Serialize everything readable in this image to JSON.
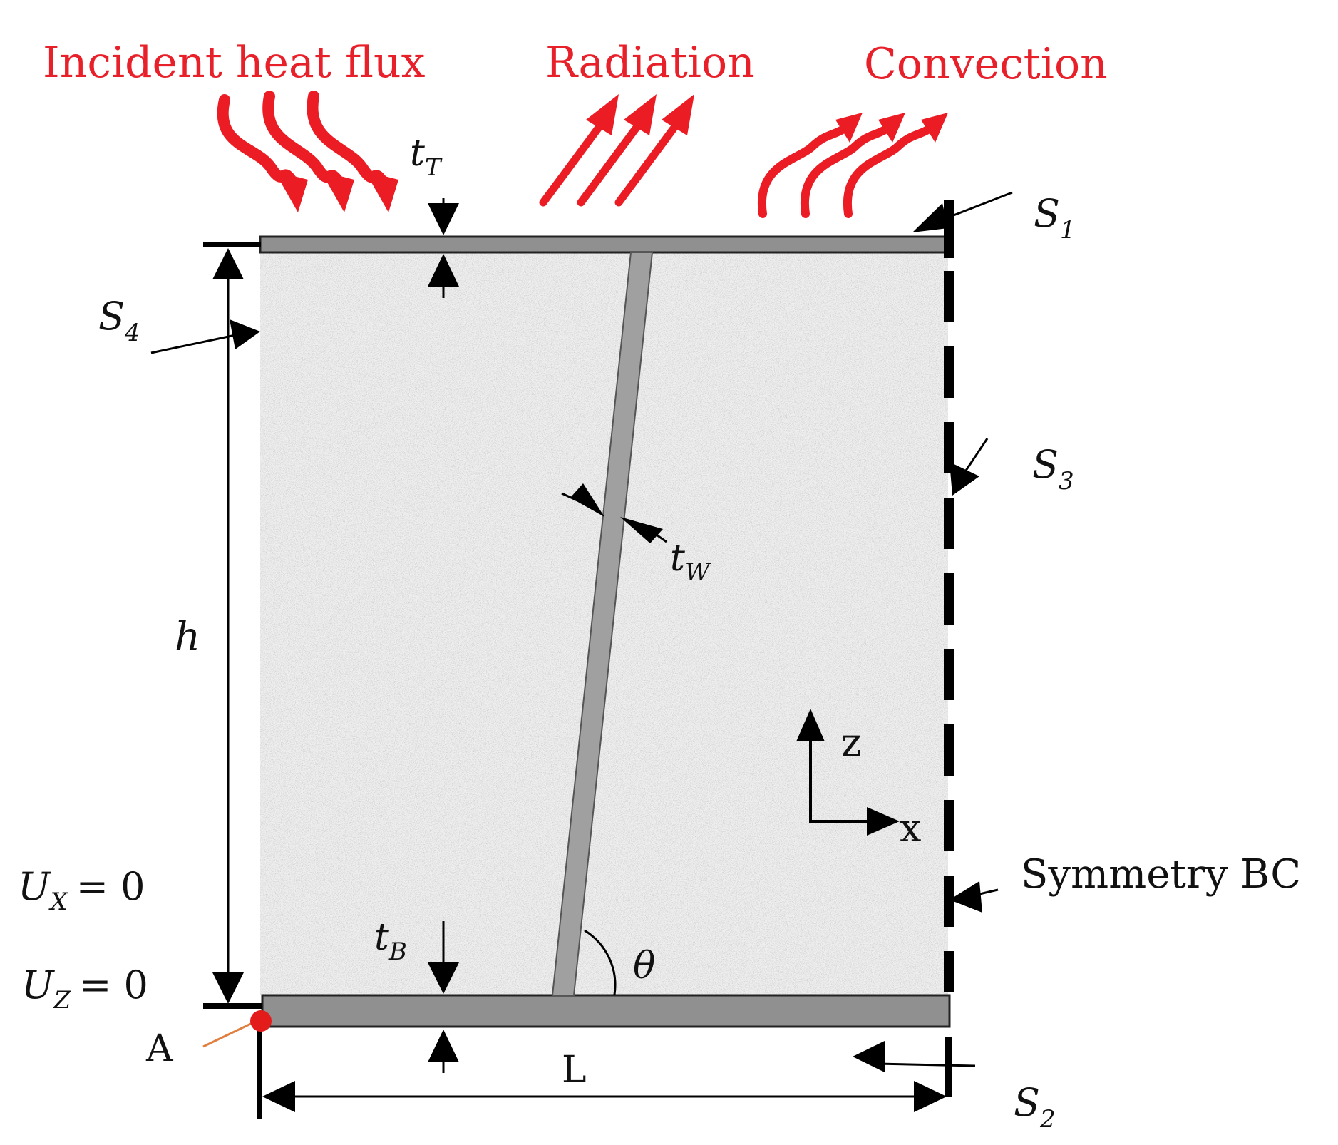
{
  "labels": {
    "incident_heat_flux": "Incident heat flux",
    "radiation": "Radiation",
    "convection": "Convection",
    "symmetry_bc": "Symmetry BC"
  },
  "symbols": {
    "t_top": {
      "base": "t",
      "sub": "T"
    },
    "t_web": {
      "base": "t",
      "sub": "W"
    },
    "t_bottom": {
      "base": "t",
      "sub": "B"
    },
    "s1": {
      "base": "S",
      "sub": "1"
    },
    "s2": {
      "base": "S",
      "sub": "2"
    },
    "s3": {
      "base": "S",
      "sub": "3"
    },
    "s4": {
      "base": "S",
      "sub": "4"
    },
    "h": "h",
    "L": "L",
    "theta": "θ",
    "point_a": "A",
    "z_axis": "z",
    "x_axis": "x",
    "ux": {
      "base": "U",
      "sub": "X",
      "rhs": "= 0"
    },
    "uz": {
      "base": "U",
      "sub": "Z",
      "rhs": "= 0"
    }
  },
  "colors": {
    "flux_red": "#ec1c24",
    "label_red": "#e8202a",
    "face_sheet": "#909090",
    "core_fill": "#efefef",
    "ink": "#111111",
    "point_a": "#e41b1b"
  }
}
